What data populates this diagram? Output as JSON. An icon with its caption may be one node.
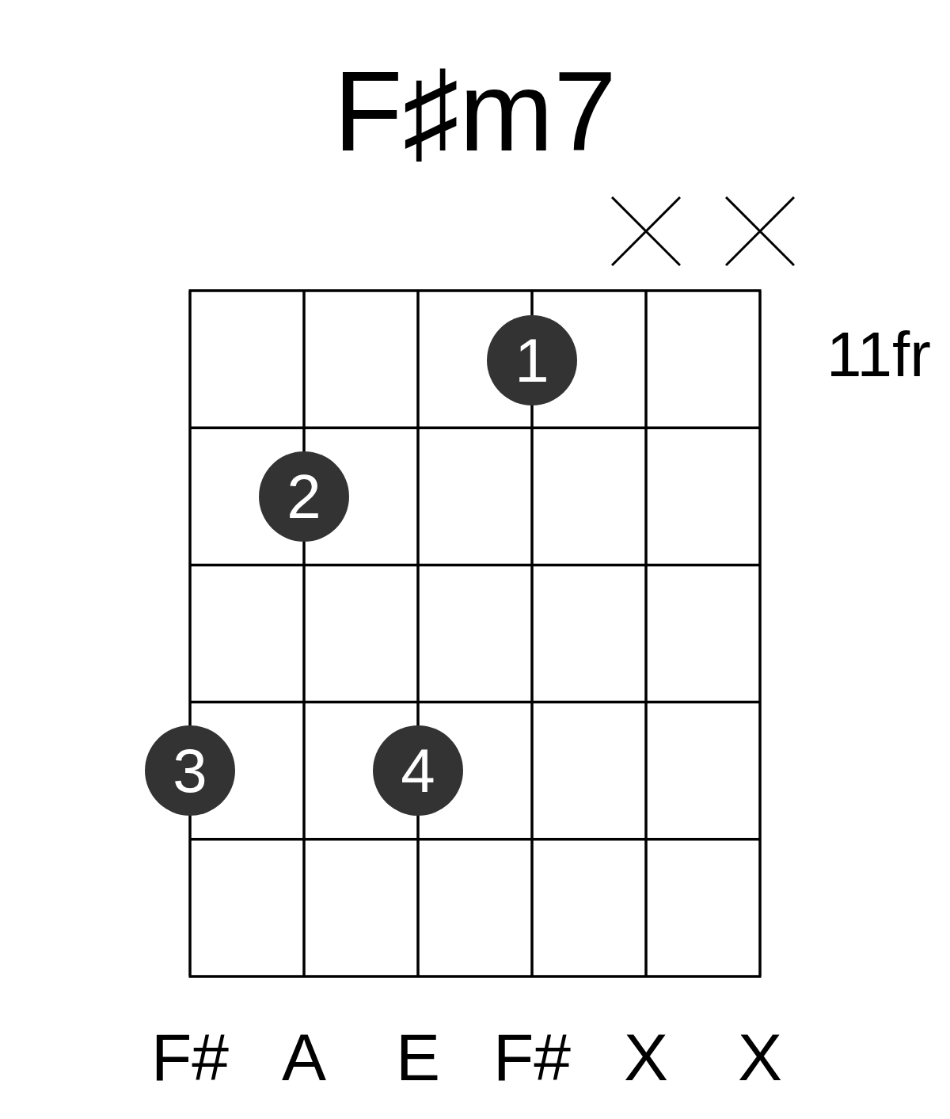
{
  "diagram": {
    "title": "F♯m7",
    "nodes": [
      {
        "text": [
          "1"
        ]
      },
      {
        "text": [
          "2"
        ]
      },
      {
        "text": [
          "3"
        ]
      },
      {
        "text": [
          "4"
        ]
      }
    ],
    "labels": [
      "11fr",
      "F#",
      "A",
      "E",
      "F#",
      "X",
      "X"
    ]
  }
}
